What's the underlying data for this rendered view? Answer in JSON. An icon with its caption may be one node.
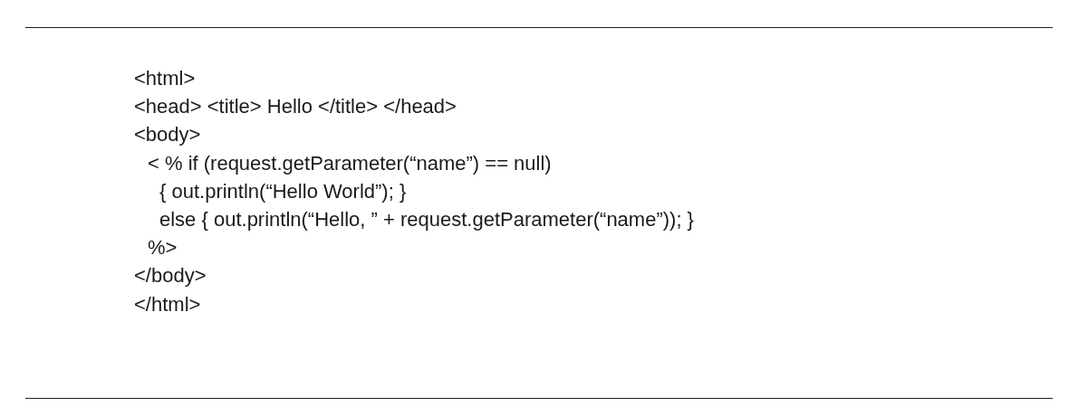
{
  "diagram": {
    "labels": [
      "<html>",
      "<head> <title> Hello </title> </head>",
      "<body>",
      "< % if (request.getParameter(“name”) == null)",
      "{ out.println(“Hello World”); }",
      "else { out.println(“Hello, ” + request.getParameter(“name”)); }",
      "%>",
      "</body>",
      "</html>"
    ]
  }
}
